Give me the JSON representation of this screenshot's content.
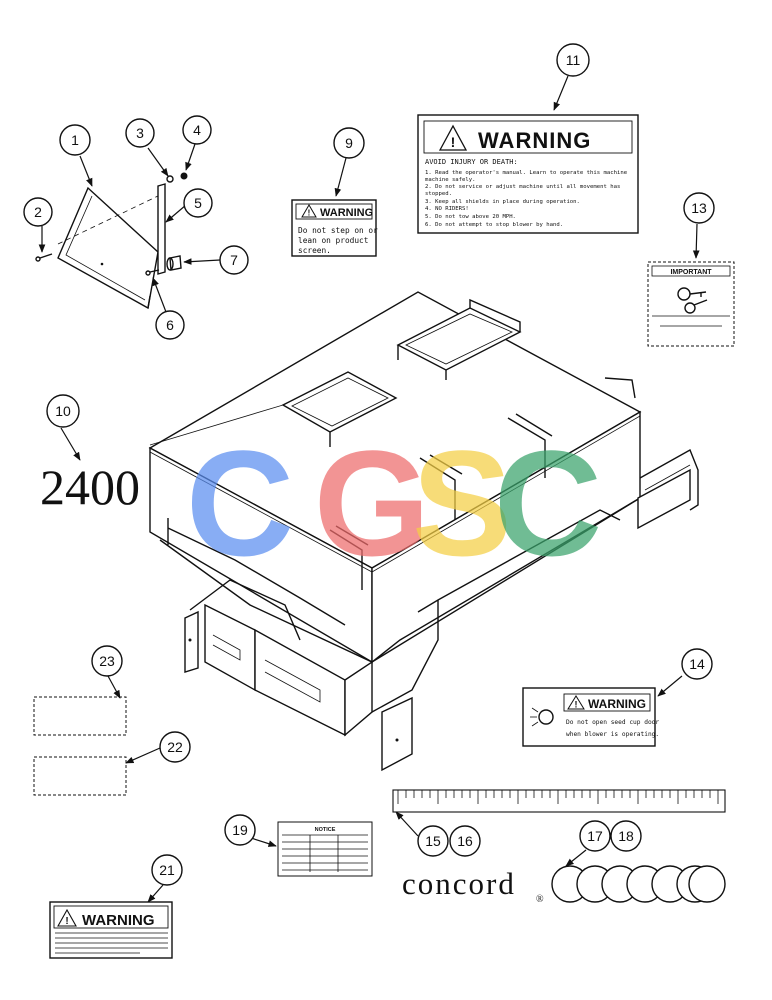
{
  "callouts": [
    "1",
    "2",
    "3",
    "4",
    "5",
    "6",
    "7",
    "9",
    "10",
    "11",
    "13",
    "14",
    "15",
    "16",
    "17",
    "18",
    "19",
    "21",
    "22",
    "23"
  ],
  "model_number": "2400",
  "brand_decal": "concord",
  "brand_mark": "®",
  "watermark": {
    "letters": [
      "C",
      "G",
      "S",
      "C"
    ],
    "colors": [
      "#5b8ef0",
      "#ee6b6b",
      "#f5cf45",
      "#3aa36b"
    ]
  },
  "decal_9": {
    "title": "WARNING",
    "lines": [
      "Do not step on or",
      "lean on product",
      "screen."
    ]
  },
  "decal_11": {
    "title": "WARNING",
    "heading": "AVOID INJURY OR DEATH:",
    "lines": [
      "1. Read the operator's manual. Learn to operate this machine",
      "   machine safely.",
      "2. Do not service or adjust machine until all movement has",
      "   stopped.",
      "3. Keep all shields in place during operation.",
      "4. NO RIDERS!",
      "5. Do not tow above 20 MPH.",
      "6. Do not attempt to stop blower by hand."
    ]
  },
  "decal_13": {
    "title": "IMPORTANT"
  },
  "decal_14": {
    "title": "WARNING",
    "lines": [
      "Do not open seed cup door",
      "when blower is operating."
    ]
  },
  "decal_19": {
    "title": "NOTICE"
  },
  "decal_21": {
    "title": "WARNING"
  }
}
